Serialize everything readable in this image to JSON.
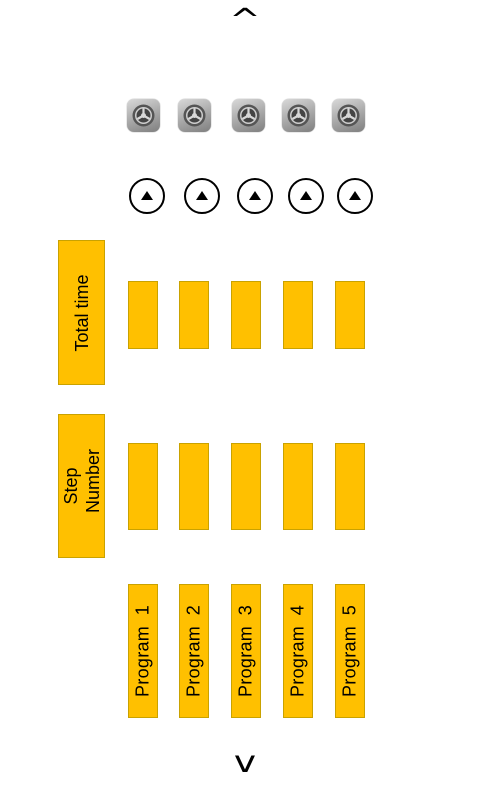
{
  "nav": {
    "up_symbol": "^",
    "down_symbol": "v"
  },
  "labels": {
    "total_time": "Total time",
    "step_number": "Step\n  Number"
  },
  "colors": {
    "accent": "#ffc000",
    "accent_border": "#c9a200",
    "gear_bg": "#a6a6a6"
  },
  "icons": {
    "gear": "gear-icon",
    "up": "up-arrow-icon"
  },
  "programs": [
    {
      "label": "Program  1"
    },
    {
      "label": "Program  2"
    },
    {
      "label": "Program  3"
    },
    {
      "label": "Program  4"
    },
    {
      "label": "Program  5"
    }
  ]
}
